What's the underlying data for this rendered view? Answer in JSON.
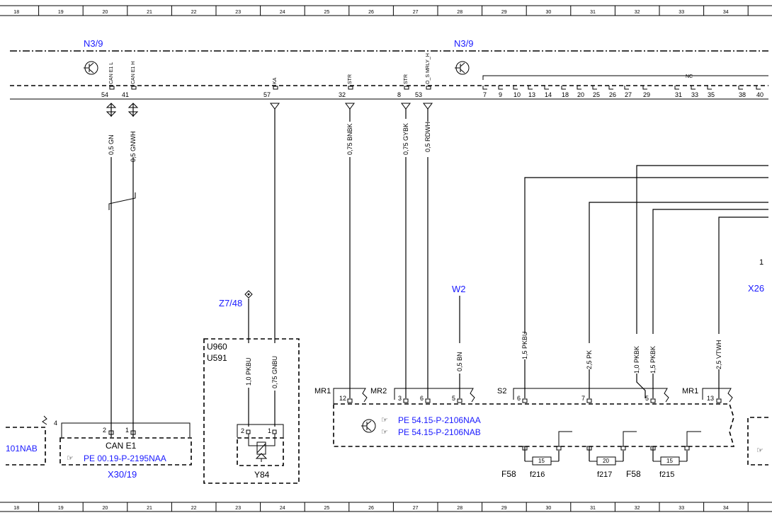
{
  "grid_columns": [
    "18",
    "19",
    "20",
    "21",
    "22",
    "23",
    "24",
    "25",
    "26",
    "27",
    "28",
    "29",
    "30",
    "31",
    "32",
    "33",
    "34"
  ],
  "components": {
    "n39_left": "N3/9",
    "n39_right": "N3/9",
    "w2": "W2",
    "z748": "Z7/48",
    "x26": "X26",
    "x26_num": "1",
    "u960": "U960",
    "u591": "U591",
    "y84": "Y84",
    "x3019": "X30/19",
    "can_e1": "CAN E1",
    "ref_can": "PE 00.19-P-2195NAA",
    "ref_left_partial": "101NAB",
    "ref_a": "PE 54.15-P-2106NAA",
    "ref_b": "PE 54.15-P-2106NAB",
    "mr1_a": "MR1",
    "mr2": "MR2",
    "s2": "S2",
    "mr1_b": "MR1",
    "f58_a": "F58",
    "f58_b": "F58",
    "f216": "f216",
    "f217": "f217",
    "f215": "f215",
    "fuse_216": "15",
    "fuse_217": "20",
    "fuse_215": "15",
    "nc": "NC"
  },
  "pins_top": [
    {
      "sig": "CAN E1 L",
      "num": "54"
    },
    {
      "sig": "CAN E1 H",
      "num": "41"
    },
    {
      "sig": "KA",
      "num": "57"
    },
    {
      "sig": "STR",
      "num": "32"
    },
    {
      "sig": "STR",
      "num": "8"
    },
    {
      "sig": "O_S MRLY_H",
      "num": "53"
    }
  ],
  "pins_nc": [
    "7",
    "9",
    "10",
    "13",
    "14",
    "18",
    "20",
    "25",
    "26",
    "27",
    "29",
    "31",
    "33",
    "35",
    "38",
    "40"
  ],
  "wires": [
    "0,5 GN",
    "0,5 GNWH",
    "0,75 BNBK",
    "0,75 GYBK",
    "0,5 RDWH",
    "1,0 PKBU",
    "0,75 GNBU",
    "0,5 BN",
    "1,5 PKBU",
    "2,5 PK",
    "1,0 PKBK",
    "1,5 PKBK",
    "2,5 VTWH"
  ],
  "connector_pins": {
    "x3019_4": "4",
    "x3019_2": "2",
    "x3019_1": "1",
    "y84_2": "2",
    "y84_1": "1",
    "mr1_12": "12",
    "mr2_3": "3",
    "mr2_6": "6",
    "mr2_5": "5",
    "s2_6": "6",
    "s2_7": "7",
    "s2_5": "5",
    "mr1_13": "13"
  }
}
